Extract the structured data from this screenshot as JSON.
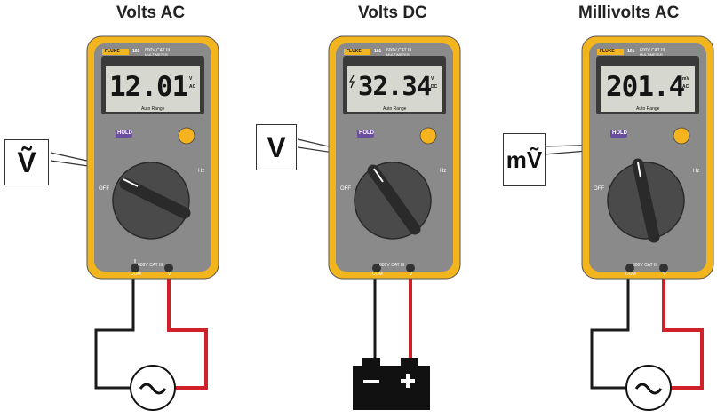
{
  "titles": [
    "Volts AC",
    "Volts DC",
    "Millivolts AC"
  ],
  "brand": "FLUKE",
  "model": "101",
  "rating": "600V CAT III",
  "model_sub": "MULTIMETER",
  "display_footer": "Auto Range",
  "hold_label": "HOLD",
  "off_label": "OFF",
  "hz_label": "Hz",
  "terminal_rating": "600V CAT III",
  "terminal_labels": [
    "COM",
    "V"
  ],
  "meters": [
    {
      "reading": "12.01",
      "unit_top": "V",
      "unit_bottom": "AC",
      "callout": "Ṽ"
    },
    {
      "reading": "32.34",
      "unit_top": "V",
      "unit_bottom": "DC",
      "callout": "V"
    },
    {
      "reading": "201.4",
      "unit_top": "mV",
      "unit_bottom": "AC",
      "callout": "mṼ"
    }
  ],
  "battery_minus": "−",
  "battery_plus": "+",
  "source_symbol": "~",
  "colors": {
    "case_yellow": "#f2b51d",
    "body_gray": "#8a8a8a",
    "lcd": "#d6d8cf",
    "red_lead": "#d0202a",
    "black_lead": "#1a1a1a",
    "hold": "#6a4ea0",
    "yellow_button": "#f5b41e"
  }
}
